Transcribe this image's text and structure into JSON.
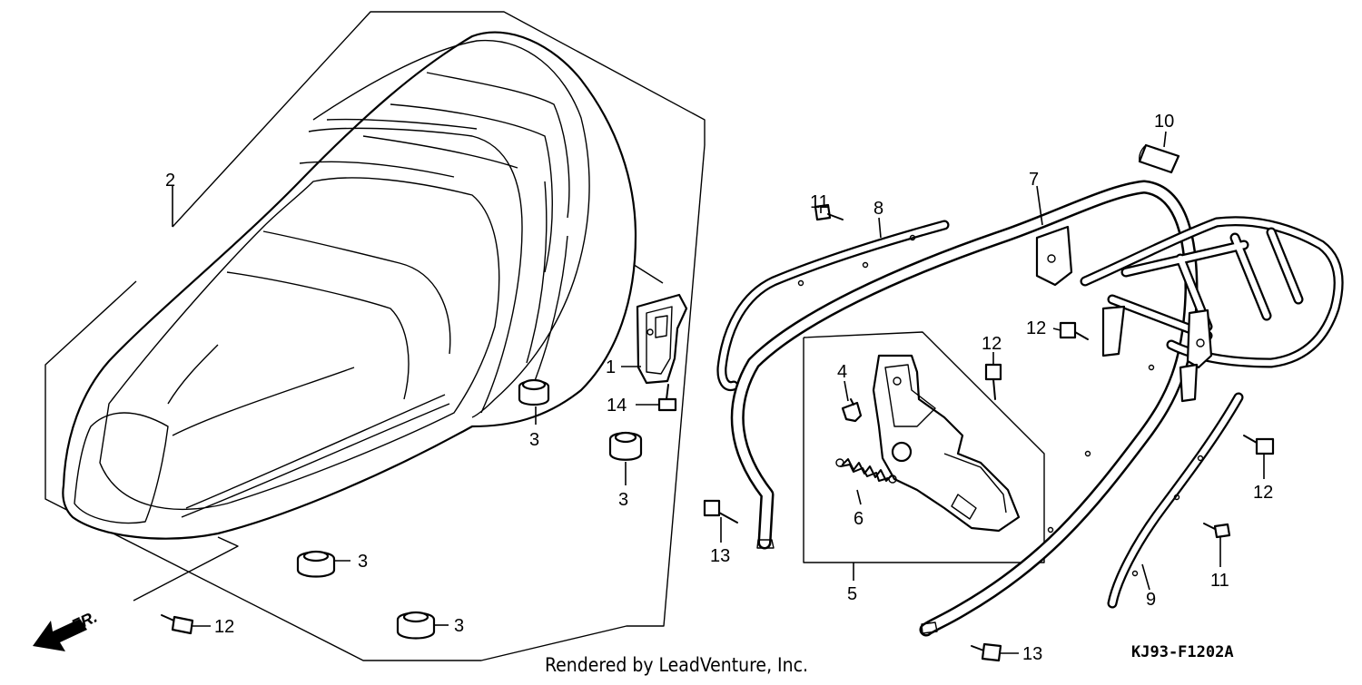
{
  "diagram": {
    "callouts": [
      {
        "id": "c1",
        "text": "1"
      },
      {
        "id": "c2",
        "text": "2"
      },
      {
        "id": "c3a",
        "text": "3"
      },
      {
        "id": "c3b",
        "text": "3"
      },
      {
        "id": "c3c",
        "text": "3"
      },
      {
        "id": "c3d",
        "text": "3"
      },
      {
        "id": "c4",
        "text": "4"
      },
      {
        "id": "c5",
        "text": "5"
      },
      {
        "id": "c6",
        "text": "6"
      },
      {
        "id": "c7",
        "text": "7"
      },
      {
        "id": "c8",
        "text": "8"
      },
      {
        "id": "c9",
        "text": "9"
      },
      {
        "id": "c10",
        "text": "10"
      },
      {
        "id": "c11a",
        "text": "11"
      },
      {
        "id": "c11b",
        "text": "11"
      },
      {
        "id": "c12a",
        "text": "12"
      },
      {
        "id": "c12b",
        "text": "12"
      },
      {
        "id": "c12c",
        "text": "12"
      },
      {
        "id": "c12d",
        "text": "12"
      },
      {
        "id": "c13a",
        "text": "13"
      },
      {
        "id": "c13b",
        "text": "13"
      },
      {
        "id": "c14",
        "text": "14"
      }
    ],
    "front_marker": "FR.",
    "credit": "Rendered by LeadVenture, Inc.",
    "diagram_code": "KJ93-F1202A"
  }
}
